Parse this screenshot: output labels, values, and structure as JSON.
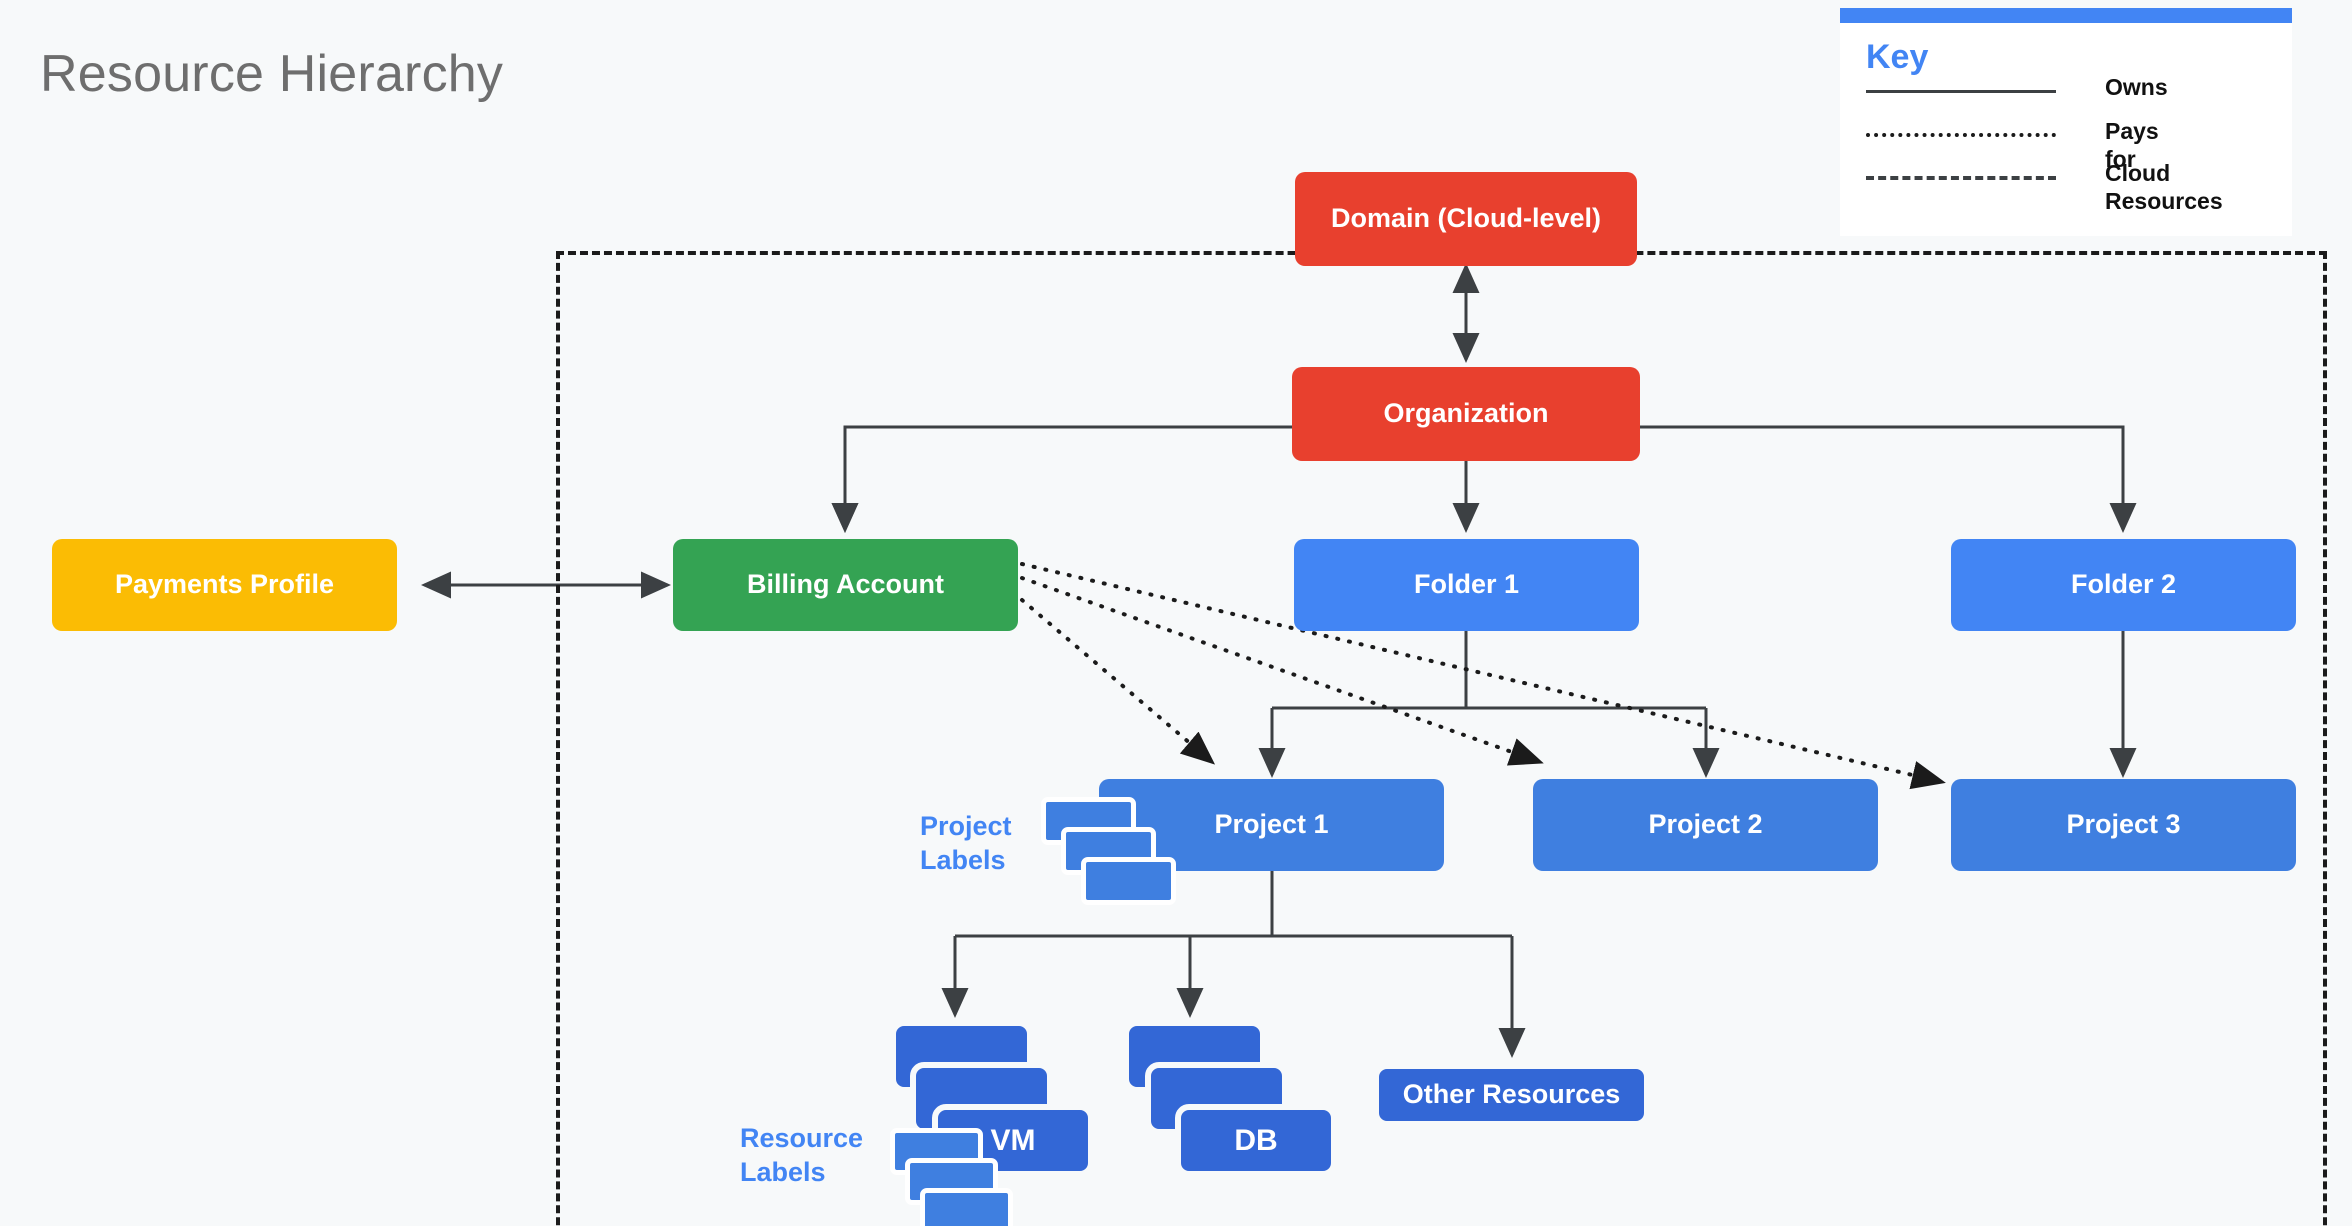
{
  "page": {
    "title": "Resource Hierarchy",
    "background_color": "#f7f9fa",
    "title_color": "#6e6e6e"
  },
  "legend": {
    "title": "Key",
    "accent_color": "#4285f4",
    "items": [
      {
        "style": "solid",
        "label": "Owns"
      },
      {
        "style": "dotted",
        "label": "Pays for"
      },
      {
        "style": "dashed",
        "label": "Cloud\nResources"
      }
    ]
  },
  "boundary": {
    "name": "cloud-resources-boundary",
    "style": "dashed",
    "color": "#1b1b1b"
  },
  "nodes": [
    {
      "id": "domain",
      "label": "Domain (Cloud-level)",
      "color": "#e8402e",
      "kind": "red"
    },
    {
      "id": "organization",
      "label": "Organization",
      "color": "#e8402e",
      "kind": "red"
    },
    {
      "id": "payments",
      "label": "Payments Profile",
      "color": "#fbbc04",
      "kind": "amber"
    },
    {
      "id": "billing",
      "label": "Billing Account",
      "color": "#34a353",
      "kind": "green"
    },
    {
      "id": "folder1",
      "label": "Folder 1",
      "color": "#4285f4",
      "kind": "blue"
    },
    {
      "id": "folder2",
      "label": "Folder 2",
      "color": "#4285f4",
      "kind": "blue"
    },
    {
      "id": "project1",
      "label": "Project 1",
      "color": "#3f7fe0",
      "kind": "dblue"
    },
    {
      "id": "project2",
      "label": "Project 2",
      "color": "#3f7fe0",
      "kind": "dblue"
    },
    {
      "id": "project3",
      "label": "Project 3",
      "color": "#3f7fe0",
      "kind": "dblue"
    },
    {
      "id": "vm",
      "label": "VM",
      "color": "#3367d6",
      "kind": "stack"
    },
    {
      "id": "db",
      "label": "DB",
      "color": "#3367d6",
      "kind": "stack"
    },
    {
      "id": "other_resources",
      "label": "Other Resources",
      "color": "#3367d6",
      "kind": "ddblue"
    }
  ],
  "annotations": {
    "project_labels": "Project\nLabels",
    "resource_labels": "Resource\nLabels",
    "label_color": "#4285f4"
  },
  "edges": [
    {
      "from": "domain",
      "to": "organization",
      "style": "solid",
      "arrow": "both"
    },
    {
      "from": "payments",
      "to": "billing",
      "style": "solid",
      "arrow": "both"
    },
    {
      "from": "organization",
      "to": "billing",
      "style": "solid",
      "arrow": "end"
    },
    {
      "from": "organization",
      "to": "folder1",
      "style": "solid",
      "arrow": "end"
    },
    {
      "from": "organization",
      "to": "folder2",
      "style": "solid",
      "arrow": "end"
    },
    {
      "from": "folder1",
      "to": "project1",
      "style": "solid",
      "arrow": "end"
    },
    {
      "from": "folder1",
      "to": "project2",
      "style": "solid",
      "arrow": "end"
    },
    {
      "from": "folder2",
      "to": "project3",
      "style": "solid",
      "arrow": "end"
    },
    {
      "from": "billing",
      "to": "project1",
      "style": "dotted",
      "arrow": "end"
    },
    {
      "from": "billing",
      "to": "project2",
      "style": "dotted",
      "arrow": "end"
    },
    {
      "from": "billing",
      "to": "project3",
      "style": "dotted",
      "arrow": "end"
    },
    {
      "from": "project1",
      "to": "vm",
      "style": "solid",
      "arrow": "end"
    },
    {
      "from": "project1",
      "to": "db",
      "style": "solid",
      "arrow": "end"
    },
    {
      "from": "project1",
      "to": "other_resources",
      "style": "solid",
      "arrow": "end"
    }
  ]
}
